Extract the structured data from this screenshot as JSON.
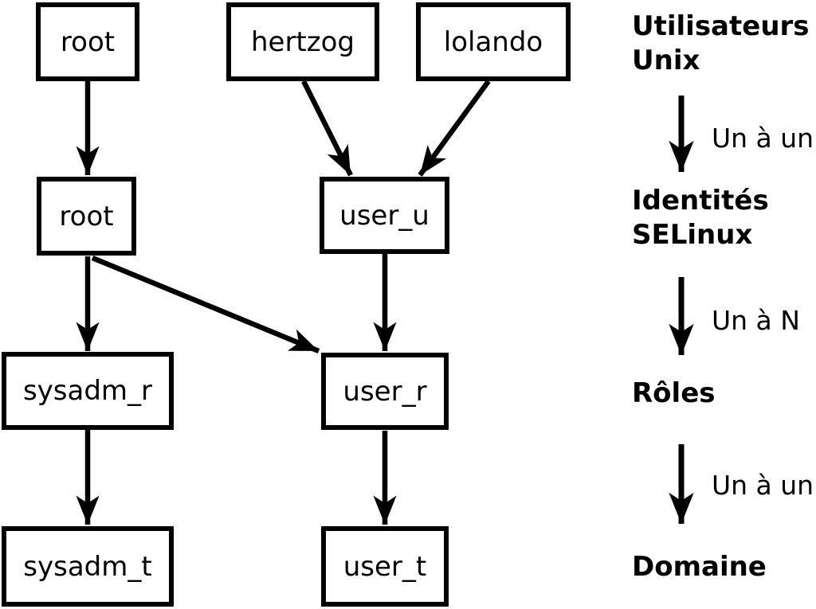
{
  "colors": {
    "background": "#ffffff",
    "line": "#000000",
    "text": "#000000"
  },
  "nodes": {
    "unix_root": "root",
    "unix_hertzog": "hertzog",
    "unix_lolando": "lolando",
    "selinux_root": "root",
    "selinux_user_u": "user_u",
    "role_sysadm_r": "sysadm_r",
    "role_user_r": "user_r",
    "domain_sysadm_t": "sysadm_t",
    "domain_user_t": "user_t"
  },
  "edges": [
    {
      "from": "unix_root",
      "to": "selinux_root"
    },
    {
      "from": "unix_hertzog",
      "to": "selinux_user_u"
    },
    {
      "from": "unix_lolando",
      "to": "selinux_user_u"
    },
    {
      "from": "selinux_root",
      "to": "role_sysadm_r"
    },
    {
      "from": "selinux_root",
      "to": "role_user_r"
    },
    {
      "from": "selinux_user_u",
      "to": "role_user_r"
    },
    {
      "from": "role_sysadm_r",
      "to": "domain_sysadm_t"
    },
    {
      "from": "role_user_r",
      "to": "domain_user_t"
    }
  ],
  "legend": {
    "stage_unix_users": {
      "line1": "Utilisateurs",
      "line2": "Unix"
    },
    "relation_unix_to_identity": "Un à un",
    "stage_selinux_identities": {
      "line1": "Identités",
      "line2": "SELinux"
    },
    "relation_identity_to_roles": "Un à N",
    "stage_roles": "Rôles",
    "relation_roles_to_domain": "Un à un",
    "stage_domain": "Domaine"
  }
}
